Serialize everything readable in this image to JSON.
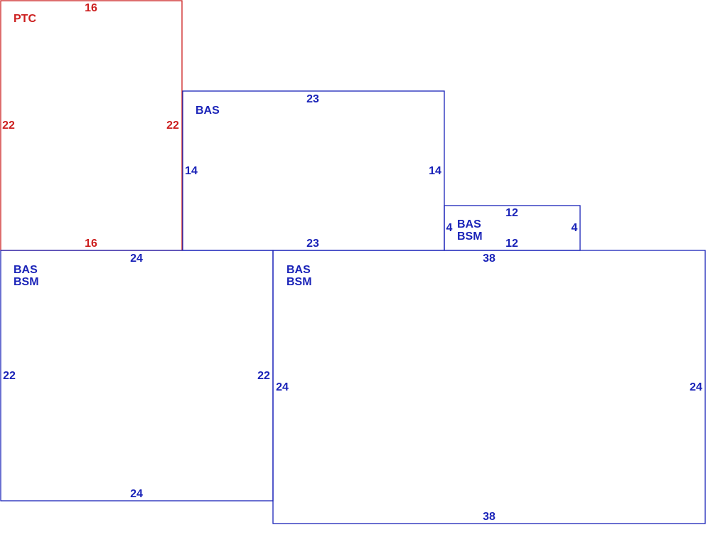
{
  "colors": {
    "ptc": "#cc1f1f",
    "bas": "#1a23b8"
  },
  "areas": [
    {
      "id": "ptc",
      "color_key": "ptc",
      "labels": [
        "PTC"
      ],
      "dimensions": {
        "top": "16",
        "bottom": "16",
        "left": "22",
        "right": "22"
      }
    },
    {
      "id": "bas-upper",
      "color_key": "bas",
      "labels": [
        "BAS"
      ],
      "dimensions": {
        "top": "23",
        "bottom": "23",
        "left": "14",
        "right": "14"
      }
    },
    {
      "id": "bas-bsm-small",
      "color_key": "bas",
      "labels": [
        "BAS",
        "BSM"
      ],
      "dimensions": {
        "top": "12",
        "bottom": "12",
        "left": "4",
        "right": "4"
      }
    },
    {
      "id": "bas-bsm-left",
      "color_key": "bas",
      "labels": [
        "BAS",
        "BSM"
      ],
      "dimensions": {
        "top": "24",
        "bottom": "24",
        "left": "22",
        "right": "22"
      }
    },
    {
      "id": "bas-bsm-right",
      "color_key": "bas",
      "labels": [
        "BAS",
        "BSM"
      ],
      "dimensions": {
        "top": "38",
        "bottom": "38",
        "left": "24",
        "right": "24"
      }
    }
  ]
}
